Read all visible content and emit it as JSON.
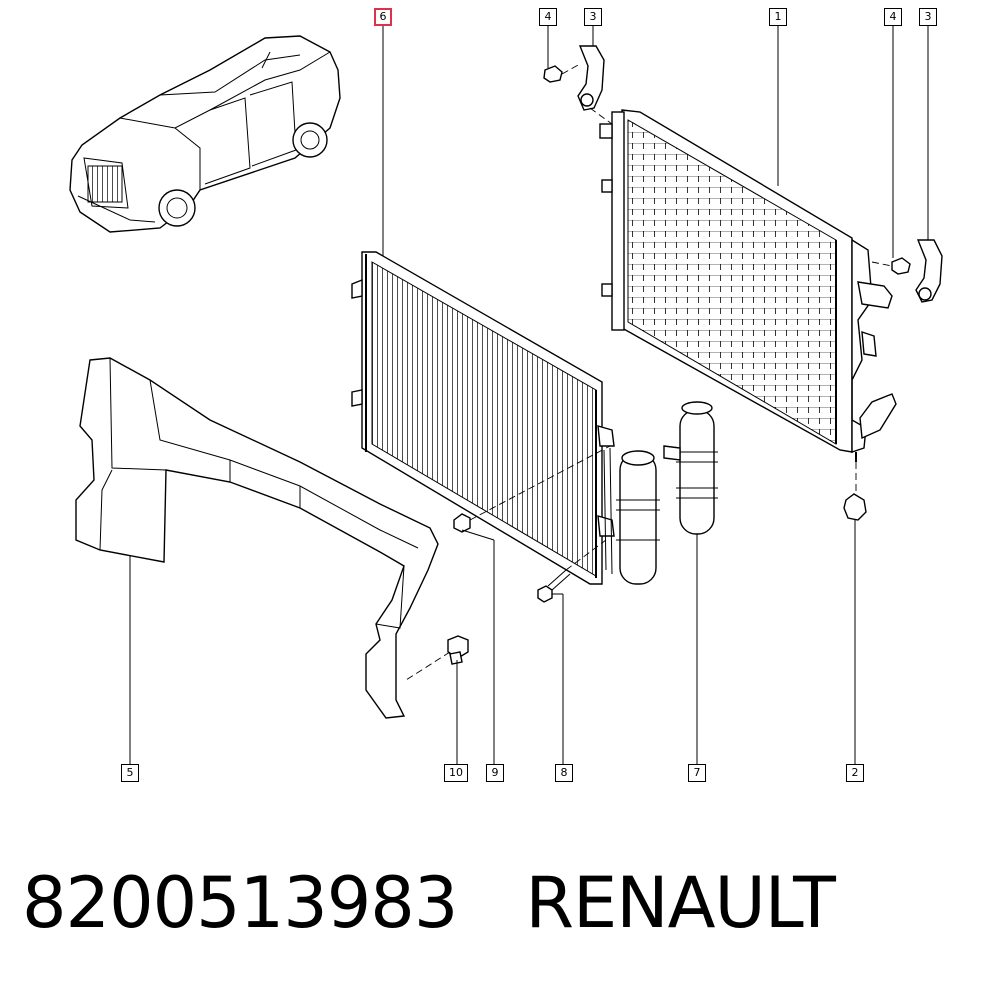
{
  "diagram": {
    "callouts": {
      "c1": "1",
      "c2": "2",
      "c3a": "3",
      "c3b": "3",
      "c4a": "4",
      "c4b": "4",
      "c5": "5",
      "c6": "6",
      "c7": "7",
      "c8": "8",
      "c9": "9",
      "c10": "10"
    },
    "highlighted_callout": "6",
    "highlight_color": "#e0304a"
  },
  "footer": {
    "part_number": "8200513983",
    "brand": "RENAULT"
  }
}
